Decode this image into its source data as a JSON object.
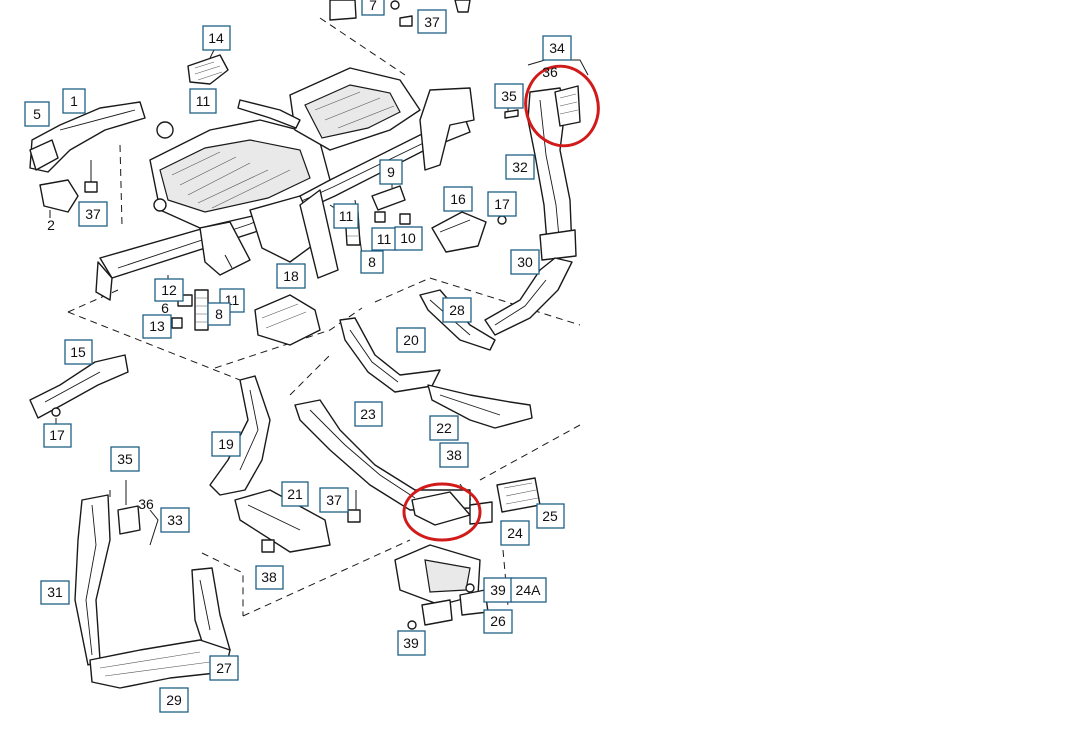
{
  "callouts": [
    {
      "label": "7"
    },
    {
      "label": "37"
    },
    {
      "label": "14"
    },
    {
      "label": "34"
    },
    {
      "label": "35"
    },
    {
      "label": "5"
    },
    {
      "label": "1"
    },
    {
      "label": "11"
    },
    {
      "label": "32"
    },
    {
      "label": "9"
    },
    {
      "label": "37"
    },
    {
      "label": "16"
    },
    {
      "label": "17"
    },
    {
      "label": "11"
    },
    {
      "label": "11"
    },
    {
      "label": "10"
    },
    {
      "label": "8"
    },
    {
      "label": "30"
    },
    {
      "label": "18"
    },
    {
      "label": "12"
    },
    {
      "label": "11"
    },
    {
      "label": "28"
    },
    {
      "label": "13"
    },
    {
      "label": "8"
    },
    {
      "label": "15"
    },
    {
      "label": "20"
    },
    {
      "label": "17"
    },
    {
      "label": "23"
    },
    {
      "label": "22"
    },
    {
      "label": "38"
    },
    {
      "label": "19"
    },
    {
      "label": "35"
    },
    {
      "label": "33"
    },
    {
      "label": "21"
    },
    {
      "label": "37"
    },
    {
      "label": "25"
    },
    {
      "label": "24"
    },
    {
      "label": "38"
    },
    {
      "label": "31"
    },
    {
      "label": "39"
    },
    {
      "label": "24A"
    },
    {
      "label": "26"
    },
    {
      "label": "27"
    },
    {
      "label": "39"
    },
    {
      "label": "29"
    }
  ],
  "plain_labels": [
    {
      "label": "2"
    },
    {
      "label": "6"
    },
    {
      "label": "36"
    },
    {
      "label": "36"
    }
  ],
  "highlights": [
    {
      "name": "upper-right-vent-highlight",
      "color": "#d11a1a"
    },
    {
      "name": "center-vent-highlight",
      "color": "#d11a1a"
    }
  ]
}
